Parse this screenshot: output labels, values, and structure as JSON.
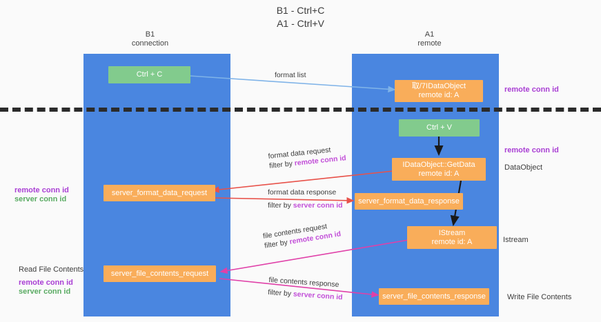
{
  "title": {
    "line1": "B1 - Ctrl+C",
    "line2": "A1 - Ctrl+V"
  },
  "lanes": [
    {
      "id": "b1",
      "name": "B1",
      "role": "connection"
    },
    {
      "id": "a1",
      "name": "A1",
      "role": "remote"
    }
  ],
  "nodes": {
    "ctrl_c": {
      "label": "Ctrl + C",
      "color": "#82cb8d"
    },
    "ctrl_v": {
      "label": "Ctrl + V",
      "color": "#82cb8d"
    },
    "idataobject_remote": {
      "line1": "取/7IDataObject",
      "line2": "remote id: A",
      "color": "#f9ad5a"
    },
    "getdata": {
      "line1": "IDataObject::GetData",
      "line2": "remote id: A",
      "color": "#f9ad5a"
    },
    "istream": {
      "line1": "IStream",
      "line2": "remote id: A",
      "color": "#f9ad5a"
    },
    "server_format_data_request": {
      "label": "server_format_data_request",
      "color": "#f9ad5a"
    },
    "server_format_data_response": {
      "label": "server_format_data_response",
      "color": "#f9ad5a"
    },
    "server_file_contents_request": {
      "label": "server_file_contents_request",
      "color": "#f9ad5a"
    },
    "server_file_contents_response": {
      "label": "server_file_contents_response",
      "color": "#f9ad5a"
    }
  },
  "edges": {
    "format_list": {
      "label": "format list"
    },
    "format_data_request": {
      "label": "format data request",
      "filter_prefix": "filter by ",
      "filter_key": "remote conn id"
    },
    "format_data_response": {
      "label": "format data response",
      "filter_prefix": "filter by ",
      "filter_key": "server conn id"
    },
    "file_contents_request": {
      "label": "file contents request",
      "filter_prefix": "filter by ",
      "filter_key": "remote conn id"
    },
    "file_contents_response": {
      "label": "file contents response",
      "filter_prefix": "filter by ",
      "filter_key": "server conn id"
    }
  },
  "annotations": {
    "left_mid_remote": "remote conn id",
    "left_mid_server": "server conn id",
    "left_read_file_contents": "Read File Contents",
    "left_bottom_remote": "remote conn id",
    "left_bottom_server": "server conn id",
    "right_top_remote": "remote conn id",
    "right_mid_remote": "remote conn id",
    "right_dataobject": "DataObject",
    "right_istream": "Istream",
    "right_write_file_contents": "Write File Contents"
  },
  "colors": {
    "lane": "#4a86e0",
    "green_node": "#82cb8d",
    "orange_node": "#f9ad5a",
    "purple_text": "#a93fd4",
    "green_text": "#5aab63",
    "arrow_blue": "#7fb3e8",
    "arrow_red": "#e8524a",
    "arrow_pink": "#e040a8",
    "arrow_dark": "#1a1a1a",
    "divider": "#2b2b2b",
    "background": "#fafafa"
  }
}
